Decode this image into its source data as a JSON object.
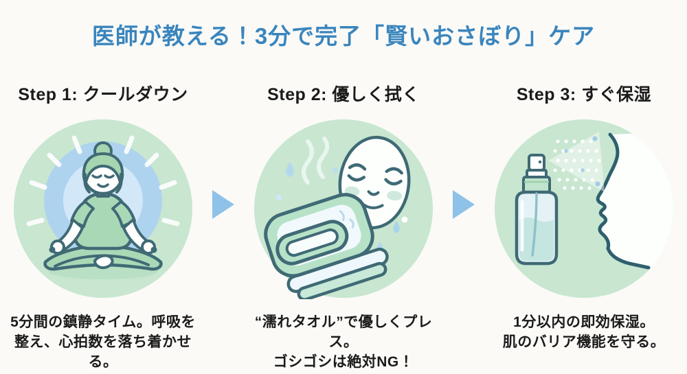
{
  "title": "医師が教える！3分で完了「賢いおさぼり」ケア",
  "colors": {
    "title": "#3a85bd",
    "background": "#fbfaf7",
    "text": "#1b1b1b",
    "circle": "#c8e6d0",
    "arrow": "#8ec2e8",
    "outline": "#3f6a75"
  },
  "arrow_icon": "right-arrow",
  "steps": [
    {
      "heading": "Step 1: クールダウン",
      "caption": "5分間の鎮静タイム。呼吸を\n整え、心拍数を落ち着かせる。",
      "icon": "meditating-person"
    },
    {
      "heading": "Step 2: 優しく拭く",
      "caption": "“濡れタオル”で優しくプレス。\nゴシゴシは絶対NG！",
      "icon": "wet-towel-and-face"
    },
    {
      "heading": "Step 3: すぐ保湿",
      "caption": "1分以内の即効保湿。\n肌のバリア機能を守る。",
      "icon": "spray-bottle-and-face-profile"
    }
  ]
}
